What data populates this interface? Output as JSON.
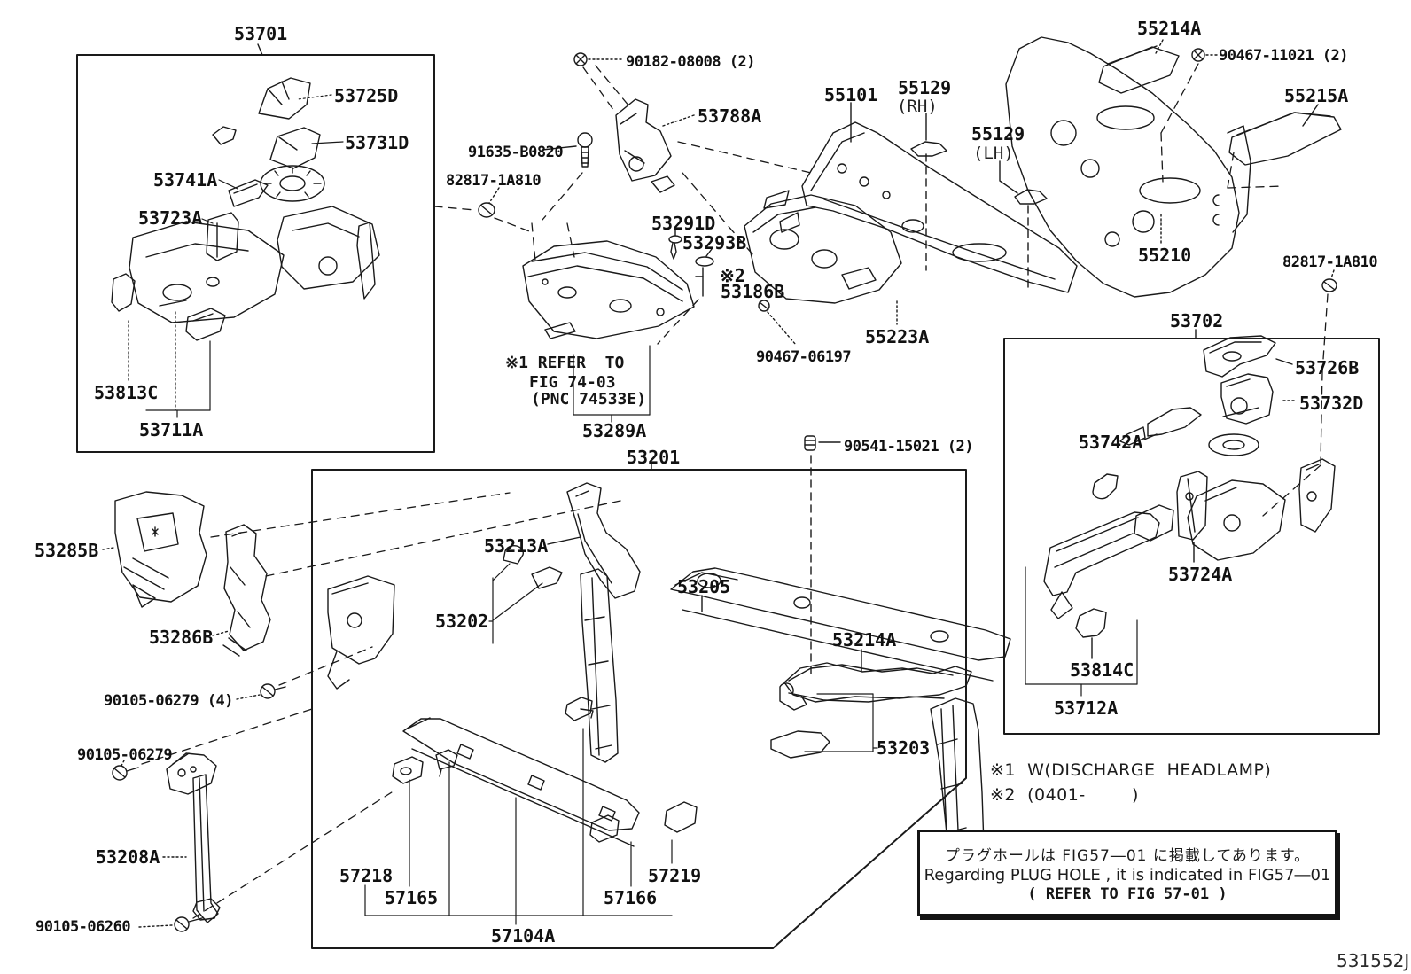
{
  "figure": {
    "code": "531552J"
  },
  "colors": {
    "ink": "#1a1a1a",
    "background": "#ffffff"
  },
  "parts": {
    "box53701": "53701",
    "p53725d": "53725D",
    "p53731d": "53731D",
    "p53741a": "53741A",
    "p53723a": "53723A",
    "p53813c": "53813C",
    "p53711a": "53711A",
    "p90182": "90182-08008 (2)",
    "p53788a": "53788A",
    "p91635": "91635-B0820",
    "p82817_left": "82817-1A810",
    "p53291d": "53291D",
    "p53293b": "53293B",
    "pstar2": "※2",
    "p53186b": "53186B",
    "p53289a": "53289A",
    "p90467_06197": "90467-06197",
    "p55101": "55101",
    "p55129_rh": "55129",
    "p55129_rh_sub": "(RH)",
    "p55129_lh": "55129",
    "p55129_lh_sub": "(LH)",
    "p55214a": "55214A",
    "p90467_11021": "90467-11021 (2)",
    "p55215a": "55215A",
    "p55210": "55210",
    "p82817_right": "82817-1A810",
    "p55223a": "55223A",
    "box53702": "53702",
    "p53726b": "53726B",
    "p53732d": "53732D",
    "p53742a": "53742A",
    "p53724a": "53724A",
    "p53814c": "53814C",
    "p53712a": "53712A",
    "box53201": "53201",
    "p90541": "90541-15021 (2)",
    "p53213a": "53213A",
    "p53202": "53202",
    "p53205": "53205",
    "p53214a": "53214A",
    "p53203": "53203",
    "p53285b": "53285B",
    "p53286b": "53286B",
    "p90105_06279_4": "90105-06279 (4)",
    "p90105_06279": "90105-06279",
    "p53208a": "53208A",
    "p90105_06260": "90105-06260",
    "p57218": "57218",
    "p57165": "57165",
    "p57219": "57219",
    "p57166": "57166",
    "p57104a": "57104A"
  },
  "notes": {
    "note1": "※1  W(DISCHARGE  HEADLAMP)",
    "note2": "※2  (0401-        )",
    "ref1": "※1 REFER  TO",
    "ref2": "FIG 74-03",
    "ref3": "(PNC 74533E)",
    "plug_jp": "プラグホールは FIG57―01 に掲載してあります。",
    "plug_en": "Regarding  PLUG  HOLE , it  is  indicated  in  FIG57―01",
    "plug_ref": "( REFER  TO  FIG 57-01 )"
  }
}
